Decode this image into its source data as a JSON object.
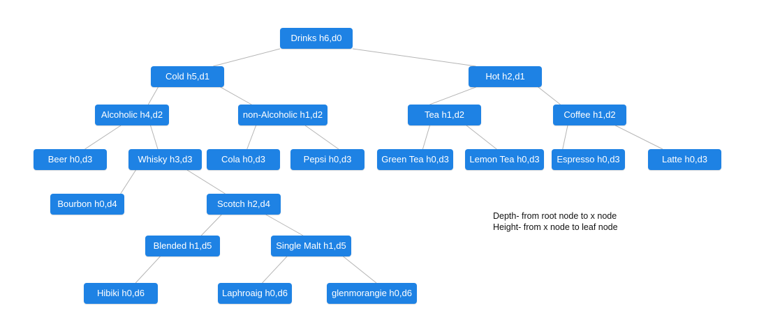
{
  "colors": {
    "node_fill": "#1e82e4",
    "node_text": "#ffffff",
    "edge": "#b4b4b4"
  },
  "nodes": {
    "drinks": "Drinks h6,d0",
    "cold": "Cold h5,d1",
    "hot": "Hot h2,d1",
    "alcoholic": "Alcoholic h4,d2",
    "non_alcoholic": "non-Alcoholic h1,d2",
    "tea": "Tea h1,d2",
    "coffee": "Coffee h1,d2",
    "beer": "Beer h0,d3",
    "whisky": "Whisky h3,d3",
    "cola": "Cola h0,d3",
    "pepsi": "Pepsi h0,d3",
    "green_tea": "Green Tea h0,d3",
    "lemon_tea": "Lemon Tea h0,d3",
    "espresso": "Espresso h0,d3",
    "latte": "Latte h0,d3",
    "bourbon": "Bourbon h0,d4",
    "scotch": "Scotch h2,d4",
    "blended": "Blended h1,d5",
    "single_malt": "Single Malt h1,d5",
    "hibiki": "Hibiki h0,d6",
    "laphroaig": "Laphroaig h0,d6",
    "glenmorangie": "glenmorangie h0,d6"
  },
  "legend": {
    "depth": "Depth- from root node to x node",
    "height": "Height- from x node to leaf node"
  }
}
